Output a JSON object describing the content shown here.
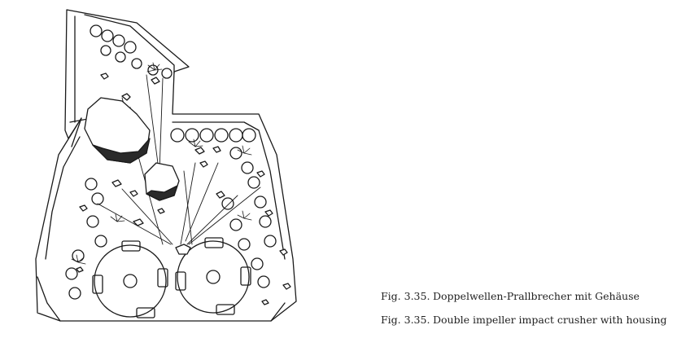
{
  "captions": [
    {
      "number": "Fig. 3.35.",
      "text": "Doppelwellen-Prallbrecher mit Gehäuse"
    },
    {
      "number": "Fig. 3.35.",
      "text": "Double impeller impact crusher with housing"
    }
  ],
  "colors": {
    "ink": "#1a1a1a",
    "paper": "#ffffff",
    "rock_shadow": "#2a2a2a"
  }
}
